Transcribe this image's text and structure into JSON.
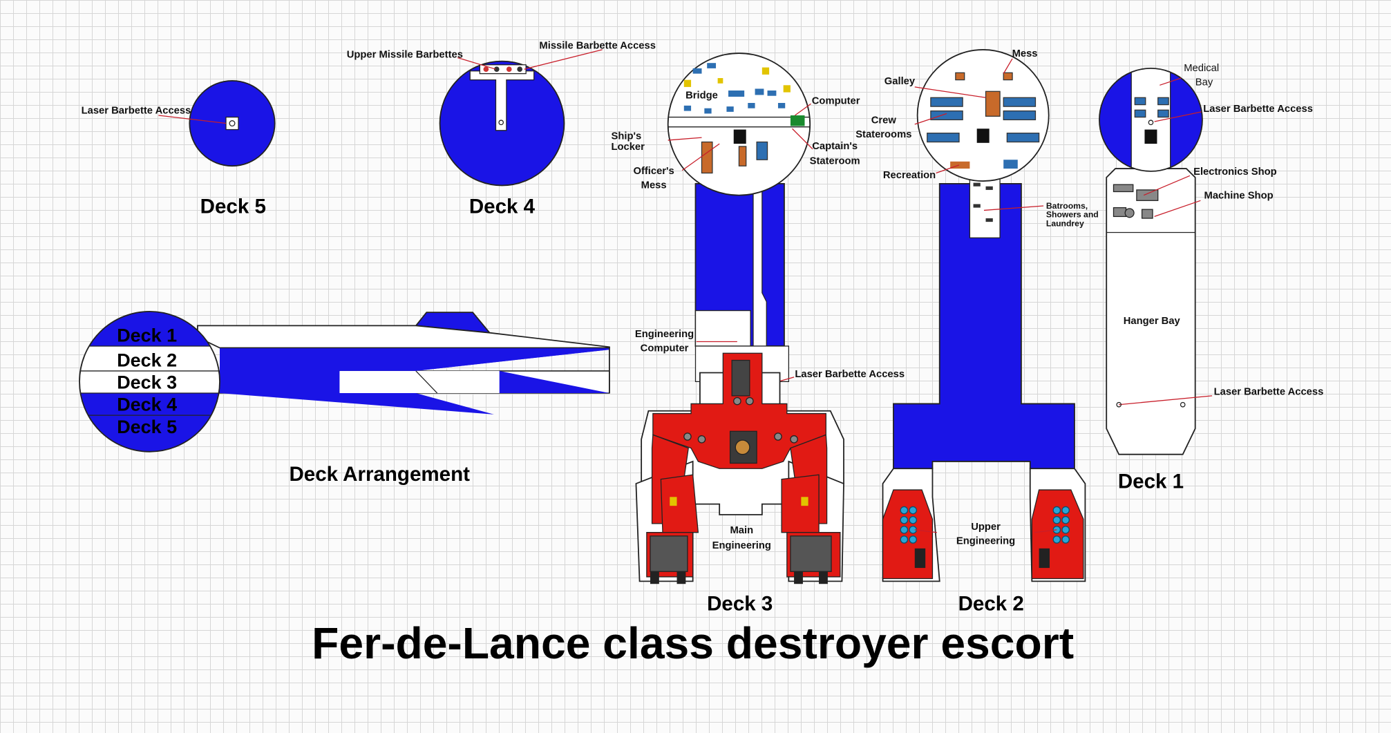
{
  "title": "Fer-de-Lance class destroyer escort",
  "colors": {
    "hull_blue": "#1a14e6",
    "engineering_red": "#e11a14",
    "leader_line": "#c81e2a",
    "grid": "#d6d6d6"
  },
  "deck5": {
    "label": "Deck 5",
    "laser_access": "Laser Barbette Access"
  },
  "deck4": {
    "label": "Deck 4",
    "upper_missile": "Upper Missile Barbettes",
    "missile_access": "Missile Barbette Access"
  },
  "arrangement": {
    "label": "Deck Arrangement",
    "decks": [
      "Deck 1",
      "Deck 2",
      "Deck 3",
      "Deck 4",
      "Deck 5"
    ]
  },
  "deck3": {
    "label": "Deck 3",
    "bridge": "Bridge",
    "computer": "Computer",
    "ships_locker_1": "Ship's",
    "ships_locker_2": "Locker",
    "captains_1": "Captain's",
    "captains_2": "Stateroom",
    "officers_1": "Officer's",
    "officers_2": "Mess",
    "eng_computer_1": "Engineering",
    "eng_computer_2": "Computer",
    "laser_access": "Laser Barbette Access",
    "main_eng_1": "Main",
    "main_eng_2": "Engineering"
  },
  "deck2": {
    "label": "Deck 2",
    "mess": "Mess",
    "galley": "Galley",
    "crew_1": "Crew",
    "crew_2": "Staterooms",
    "recreation": "Recreation",
    "baths_1": "Batrooms,",
    "baths_2": "Showers and",
    "baths_3": "Laundrey",
    "upper_eng_1": "Upper",
    "upper_eng_2": "Engineering"
  },
  "deck1": {
    "label": "Deck 1",
    "medical_1": "Medical",
    "medical_2": "Bay",
    "laser_access_top": "Laser Barbette Access",
    "electronics": "Electronics Shop",
    "machine": "Machine Shop",
    "hangar": "Hanger Bay",
    "laser_access_bottom": "Laser Barbette Access"
  }
}
